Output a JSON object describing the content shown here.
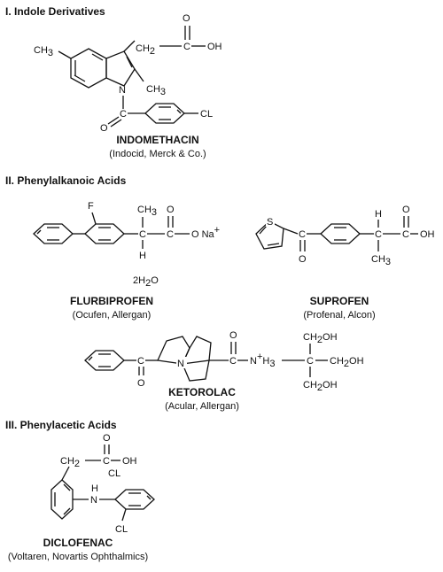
{
  "sections": [
    {
      "heading": "I. Indole Derivatives"
    },
    {
      "heading": "II. Phenylalkanoic Acids"
    },
    {
      "heading": "III. Phenylacetic Acids"
    }
  ],
  "drugs": {
    "indomethacin": {
      "name": "INDOMETHACIN",
      "brand": "(Indocid, Merck & Co.)"
    },
    "flurbiprofen": {
      "name": "FLURBIPROFEN",
      "brand": "(Ocufen, Allergan)"
    },
    "suprofen": {
      "name": "SUPROFEN",
      "brand": "(Profenal, Alcon)"
    },
    "ketorolac": {
      "name": "KETOROLAC",
      "brand": "(Acular, Allergan)"
    },
    "diclofenac": {
      "name": "DICLOFENAC",
      "brand": "(Voltaren, Novartis Ophthalmics)"
    }
  },
  "atoms": {
    "ch3": "CH",
    "sub3": "3",
    "ch2": "CH",
    "sub2": "2",
    "o": "O",
    "oh": "OH",
    "n": "N",
    "h": "H",
    "f": "F",
    "s": "S",
    "c": "C",
    "cl": "CL",
    "na": "Na",
    "plus": "+",
    "two_h2o": "2H",
    "two_h2o_sub": "2",
    "two_h2o_tail": "O",
    "ch2oh": "CH",
    "ch2oh_sub": "2",
    "ch2oh_tail": "OH",
    "nh3": "N",
    "nh3_plus": "+",
    "nh3_h": "H",
    "nh3_sub": "3"
  }
}
